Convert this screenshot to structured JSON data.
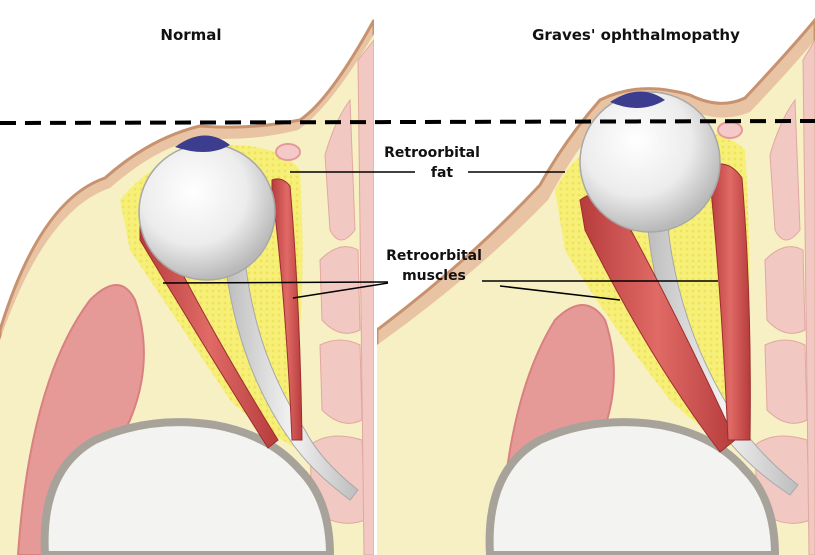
{
  "titles": {
    "left": "Normal",
    "right": "Graves' ophthalmopathy"
  },
  "labels": {
    "fat_line1": "Retroorbital",
    "fat_line2": "fat",
    "muscles_line1": "Retroorbital",
    "muscles_line2": "muscles"
  },
  "colors": {
    "bone": "#f7f0c4",
    "fat": "#f6ef78",
    "muscle": "#d95a5a",
    "skin": "#d7a082",
    "sinus": "#f2c8c2",
    "brain": "#f3f3f1",
    "nerve": "#d9d9d9",
    "iris": "#3c3d8f",
    "guide_line": "#000000"
  }
}
